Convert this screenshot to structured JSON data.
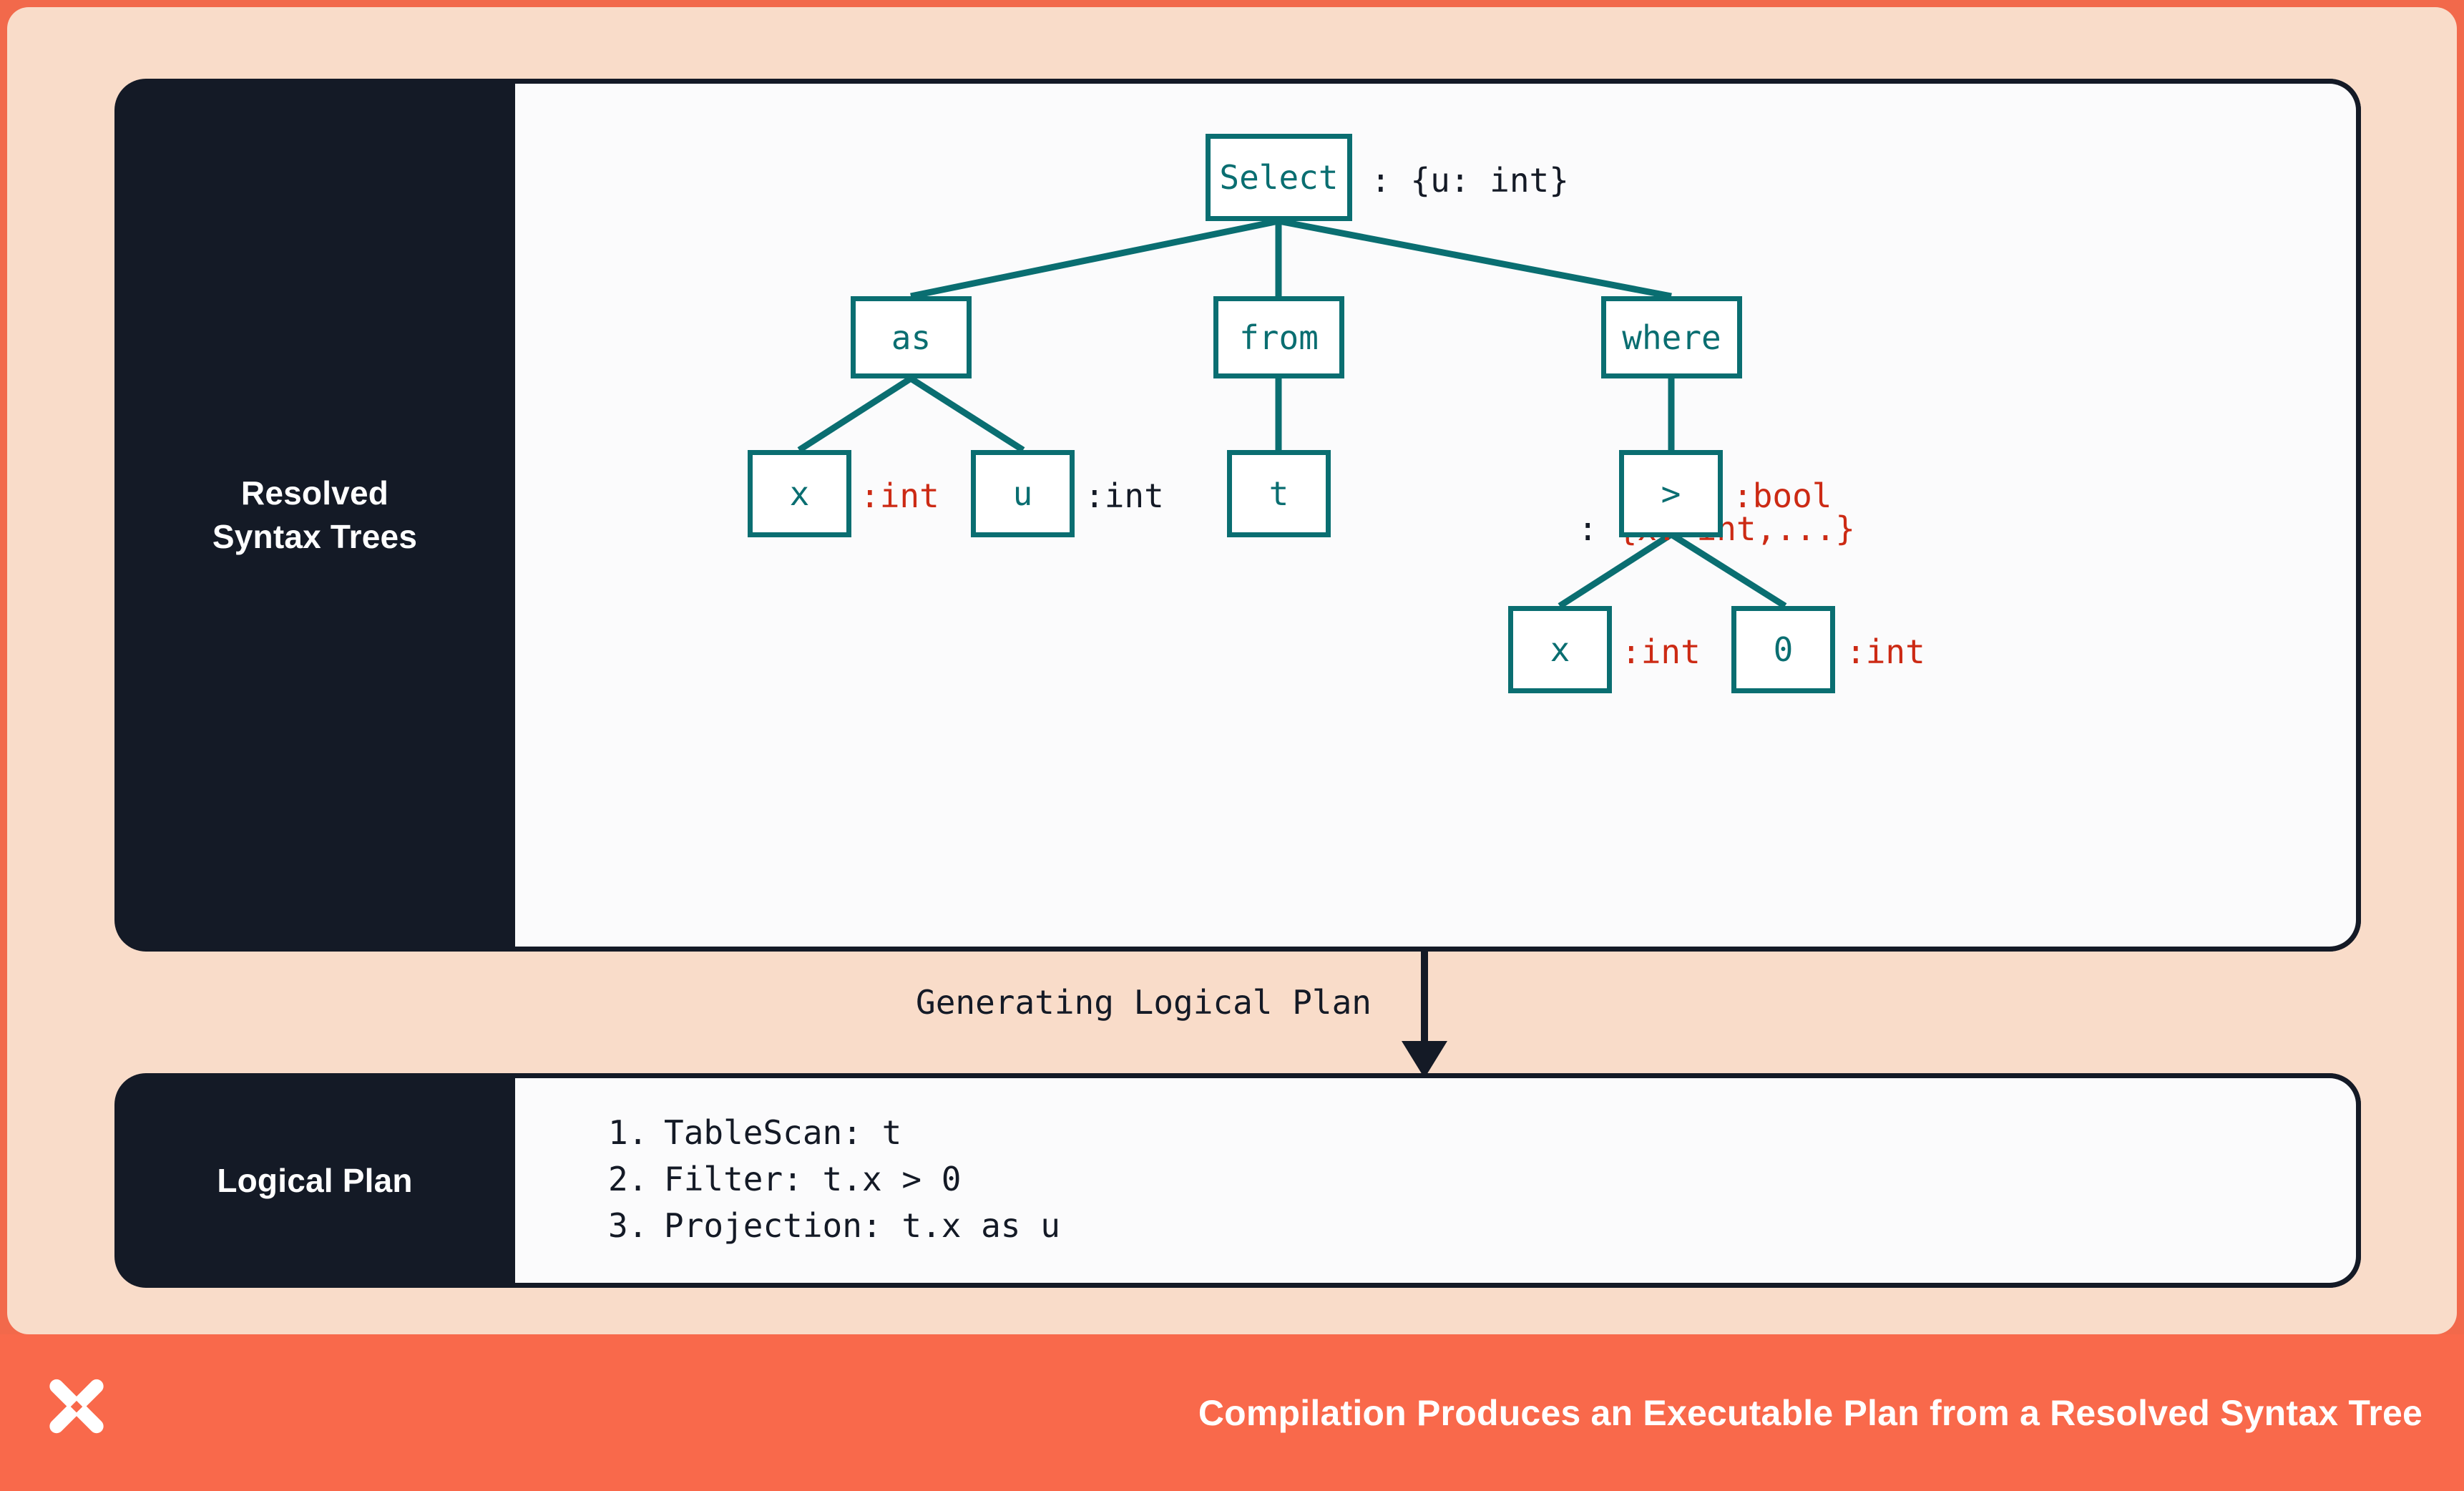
{
  "colors": {
    "frame_orange": "#F2694B",
    "canvas_peach": "#F9DCC9",
    "panel_dark": "#141A26",
    "card_white": "#FBFBFC",
    "node_teal": "#0A6E71",
    "type_red": "#CC2A14",
    "footer_orange": "#F9694B"
  },
  "tree_panel": {
    "label_line1": "Resolved",
    "label_line2": "Syntax Trees",
    "nodes": [
      {
        "id": "select",
        "text": "Select",
        "annotation": ": {u: int}",
        "annotation_color": "dark"
      },
      {
        "id": "as",
        "text": "as",
        "annotation": "",
        "annotation_color": "dark"
      },
      {
        "id": "from",
        "text": "from",
        "annotation": "",
        "annotation_color": "dark"
      },
      {
        "id": "where",
        "text": "where",
        "annotation": "",
        "annotation_color": "dark"
      },
      {
        "id": "x1",
        "text": "x",
        "annotation": ":int",
        "annotation_color": "red"
      },
      {
        "id": "u1",
        "text": "u",
        "annotation": ":int",
        "annotation_color": "dark"
      },
      {
        "id": "t1",
        "text": "t",
        "annotation": ": {x: int,...}",
        "annotation_color": "mixed"
      },
      {
        "id": "gt",
        "text": ">",
        "annotation": ":bool",
        "annotation_color": "red"
      },
      {
        "id": "x2",
        "text": "x",
        "annotation": ":int",
        "annotation_color": "red"
      },
      {
        "id": "zero",
        "text": "0",
        "annotation": ":int",
        "annotation_color": "red"
      }
    ],
    "t_annotation_prefix": ": ",
    "t_annotation_type": "{x: int,...}",
    "edges": [
      [
        "select",
        "as"
      ],
      [
        "select",
        "from"
      ],
      [
        "select",
        "where"
      ],
      [
        "as",
        "x1"
      ],
      [
        "as",
        "u1"
      ],
      [
        "from",
        "t1"
      ],
      [
        "where",
        "gt"
      ],
      [
        "gt",
        "x2"
      ],
      [
        "gt",
        "zero"
      ]
    ]
  },
  "flow": {
    "label": "Generating Logical Plan"
  },
  "plan_panel": {
    "label": "Logical Plan",
    "steps": [
      {
        "num": "1.",
        "text": "TableScan: t"
      },
      {
        "num": "2.",
        "text": "Filter: t.x > 0"
      },
      {
        "num": "3.",
        "text": "Projection: t.x as u"
      }
    ]
  },
  "footer": {
    "caption": "Compilation Produces an Executable Plan from a Resolved Syntax Tree",
    "logo_name": "x-star-logo"
  }
}
